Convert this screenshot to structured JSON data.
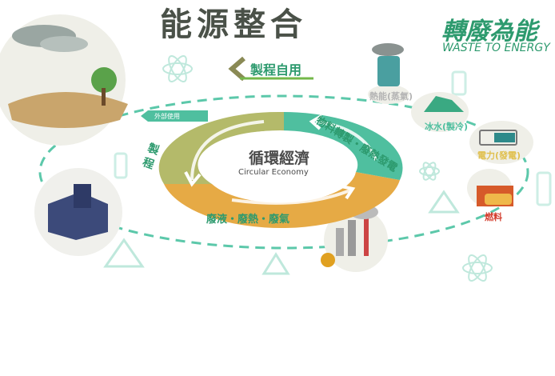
{
  "title": "能源整合",
  "waste_to_energy": {
    "zh": "轉廢為能",
    "en": "WASTE TO ENERGY"
  },
  "center": {
    "zh": "循環經濟",
    "en": "Circular Economy"
  },
  "self_use": "製程自用",
  "external_use": "外部使用",
  "process": "製 程",
  "material_conversion": "物料轉製・廢熱發電",
  "wastes": "廢液・廢熱・廢氣",
  "outputs": {
    "heat": "熱能(蒸氣)",
    "chilled_water": "冰水(製冷)",
    "power": "電力(發電)",
    "fuel": "燃料"
  },
  "colors": {
    "green": "#2d9a6e",
    "olive": "#a9b55a",
    "teal": "#4fbf9f",
    "orange": "#e6aa45",
    "dash": "#5cc8aa"
  }
}
